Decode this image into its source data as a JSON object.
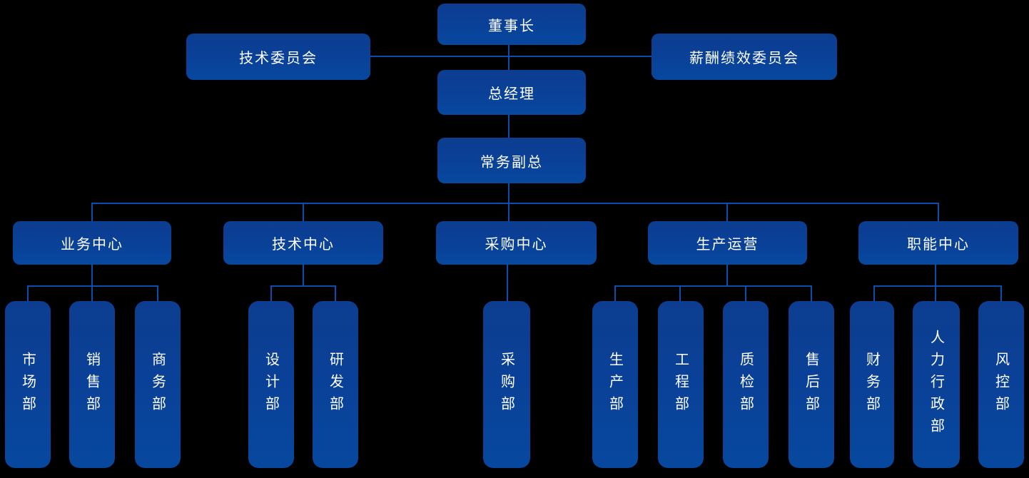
{
  "diagram_type": "org-chart",
  "background_color": "#000000",
  "node_color_top": "#0c3d90",
  "node_color_bottom": "#07489f",
  "connector_color": "#0b4fae",
  "text_color": "#ffffff",
  "org": {
    "chairman": {
      "label": "董事长"
    },
    "committees": [
      {
        "label": "技术委员会"
      },
      {
        "label": "薪酬绩效委员会"
      }
    ],
    "general_manager": {
      "label": "总经理"
    },
    "executive_vp": {
      "label": "常务副总"
    },
    "centers": [
      {
        "label": "业务中心",
        "departments": [
          "市场部",
          "销售部",
          "商务部"
        ]
      },
      {
        "label": "技术中心",
        "departments": [
          "设计部",
          "研发部"
        ]
      },
      {
        "label": "采购中心",
        "departments": [
          "采购部"
        ]
      },
      {
        "label": "生产运营",
        "departments": [
          "生产部",
          "工程部",
          "质检部",
          "售后部"
        ]
      },
      {
        "label": "职能中心",
        "departments": [
          "财务部",
          "人力行政部",
          "风控部"
        ]
      }
    ]
  }
}
